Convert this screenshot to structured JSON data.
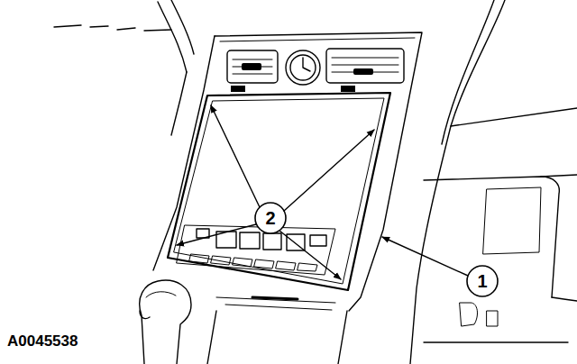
{
  "diagram": {
    "labels": [
      "2",
      "1",
      "A0045538"
    ]
  }
}
